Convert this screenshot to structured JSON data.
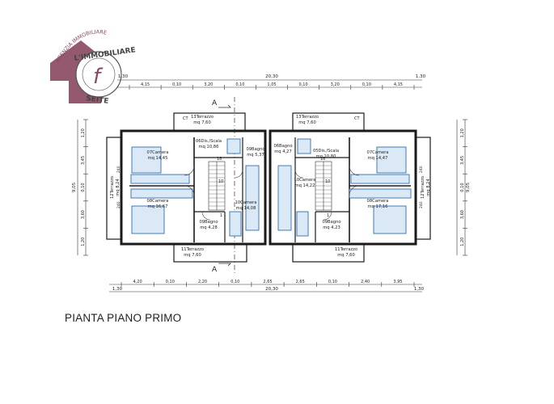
{
  "logo": {
    "arc_text": "AGENZIA IMMOBILIARE",
    "word_top": "L'IMMOBILIARE",
    "word_bottom": "SEITE",
    "glyph": "f",
    "accent": "#8b4a63"
  },
  "caption": "PIANTA PIANO PRIMO",
  "section_marker": "A",
  "total_width_label": "20,30",
  "top_dims": [
    "4,15",
    "0,10",
    "3,20",
    "0,10",
    "1,05",
    "0,10",
    "3,20",
    "0,10",
    "4,15"
  ],
  "top_edge_dims": [
    "1,30",
    "1,30"
  ],
  "bottom_dims": [
    "4,20",
    "0,10",
    "2,20",
    "0,10",
    "2,65",
    "2,65",
    "0,10",
    "2,40",
    "3,95"
  ],
  "bottom_edge_dims": [
    "1,30",
    "1,30"
  ],
  "left_dims": [
    "1,20",
    "3,45",
    "0,10",
    "3,60",
    "1,20"
  ],
  "left_total": "9,05",
  "right_dims": [
    "1,20",
    "3,45",
    "0,10",
    "3,60",
    "1,20"
  ],
  "right_total": "9,05",
  "rooms": [
    {
      "id": "camera-top-left",
      "name": "07Camera",
      "area": "mq 14,45"
    },
    {
      "id": "camera-bottom-left",
      "name": "08Camera",
      "area": "mq 16,67"
    },
    {
      "id": "disimpegno-left",
      "name": "06Dis./Scala",
      "area": "mq 10,86"
    },
    {
      "id": "bagno-top-left",
      "name": "09Bagno",
      "area": "mq 5,37"
    },
    {
      "id": "camera-center-left",
      "name": "10Camera",
      "area": "mq 14,08"
    },
    {
      "id": "bagno-small-left",
      "name": "09Bagno",
      "area": "mq 4,28"
    },
    {
      "id": "terrazzo-top-left",
      "name": "13Terrazzo",
      "area": "mq 7,60"
    },
    {
      "id": "terrazzo-bottom-left",
      "name": "11Terrazzo",
      "area": "mq 7,60"
    },
    {
      "id": "camera-top-right",
      "name": "07Camera",
      "area": "mq 14,47"
    },
    {
      "id": "camera-bottom-right",
      "name": "08Camera",
      "area": "mq 17,16"
    },
    {
      "id": "disimpegno-right",
      "name": "05Dis./Scala",
      "area": "mq 10,80"
    },
    {
      "id": "bagno-top-right",
      "name": "06Bagno",
      "area": "mq 4,27"
    },
    {
      "id": "camera-center-right",
      "name": "10Camera",
      "area": "mq 14,22"
    },
    {
      "id": "bagno-small-right",
      "name": "09Bagno",
      "area": "mq 4,23"
    },
    {
      "id": "terrazzo-top-right",
      "name": "13Terrazzo",
      "area": "mq 7,60"
    },
    {
      "id": "terrazzo-bottom-right",
      "name": "11Terrazzo",
      "area": "mq 7,60"
    },
    {
      "id": "balcony-left",
      "name": "12Terrazzo",
      "area": "mq 8,24"
    },
    {
      "id": "balcony-right",
      "name": "12Terrazzo",
      "area": "mq 8,24"
    }
  ],
  "stair_labels": [
    "18",
    "18",
    "10",
    "10",
    "1",
    "1"
  ],
  "ct_label": "CT",
  "window_labels": [
    "240",
    "240",
    "240",
    "240"
  ],
  "colors": {
    "wall": "#1a1a1a",
    "furniture": "#2f6fb0",
    "furniture_fill": "#dbe8f6",
    "line": "#333333"
  }
}
